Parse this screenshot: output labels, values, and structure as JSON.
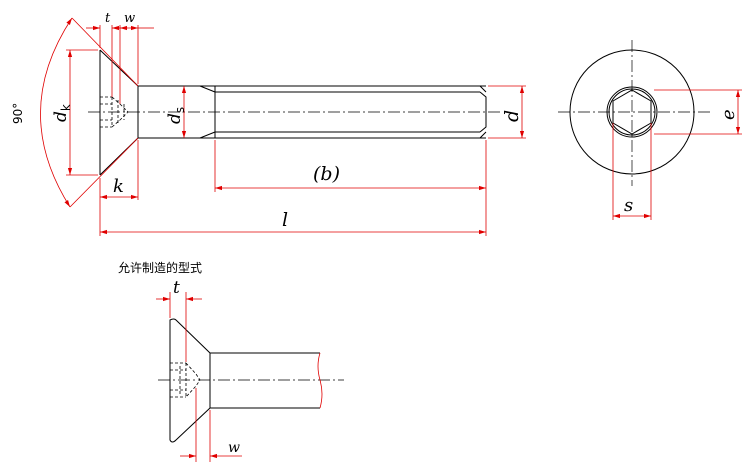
{
  "labels": {
    "t": "t",
    "w": "w",
    "dk": "d",
    "dk_sub": "k",
    "ds": "d",
    "ds_sub": "s",
    "angle": "90°",
    "k": "k",
    "b": "(b)",
    "l": "l",
    "d": "d",
    "e": "e",
    "s": "s"
  },
  "caption": "允许制造的型式",
  "colors": {
    "outline": "#000000",
    "dimension": "#e00000"
  }
}
